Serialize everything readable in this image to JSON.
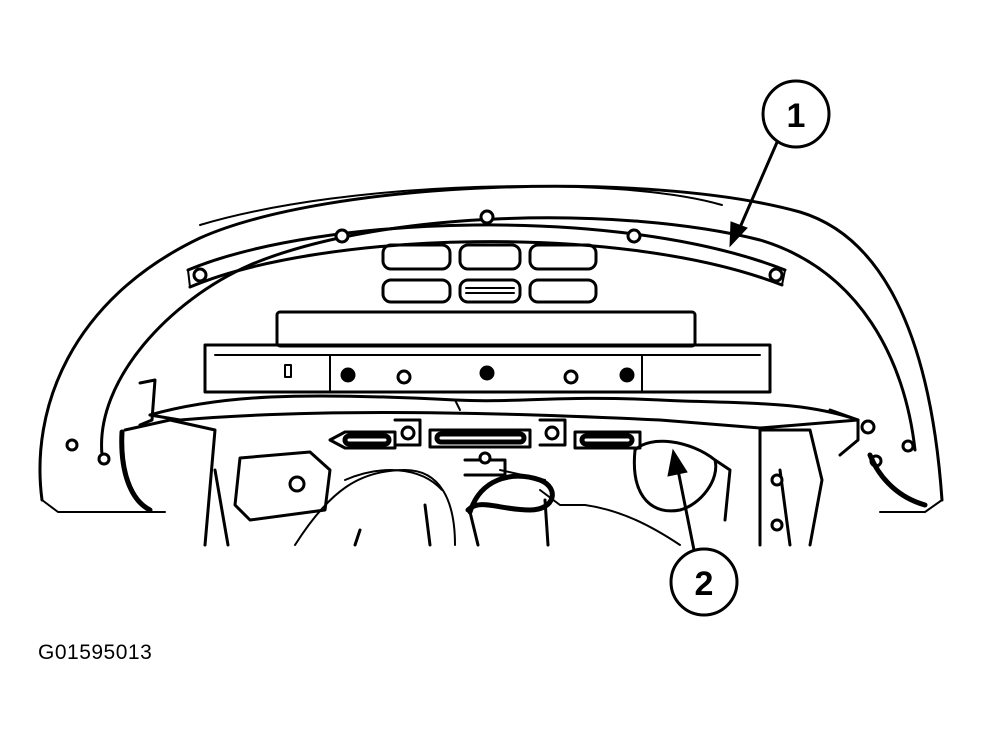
{
  "figure": {
    "id": "G01595013"
  },
  "callouts": [
    {
      "number": "1"
    },
    {
      "number": "2"
    }
  ],
  "icons": {
    "callout_shape": "circle-callout",
    "arrow_shape": "arrow-icon"
  }
}
